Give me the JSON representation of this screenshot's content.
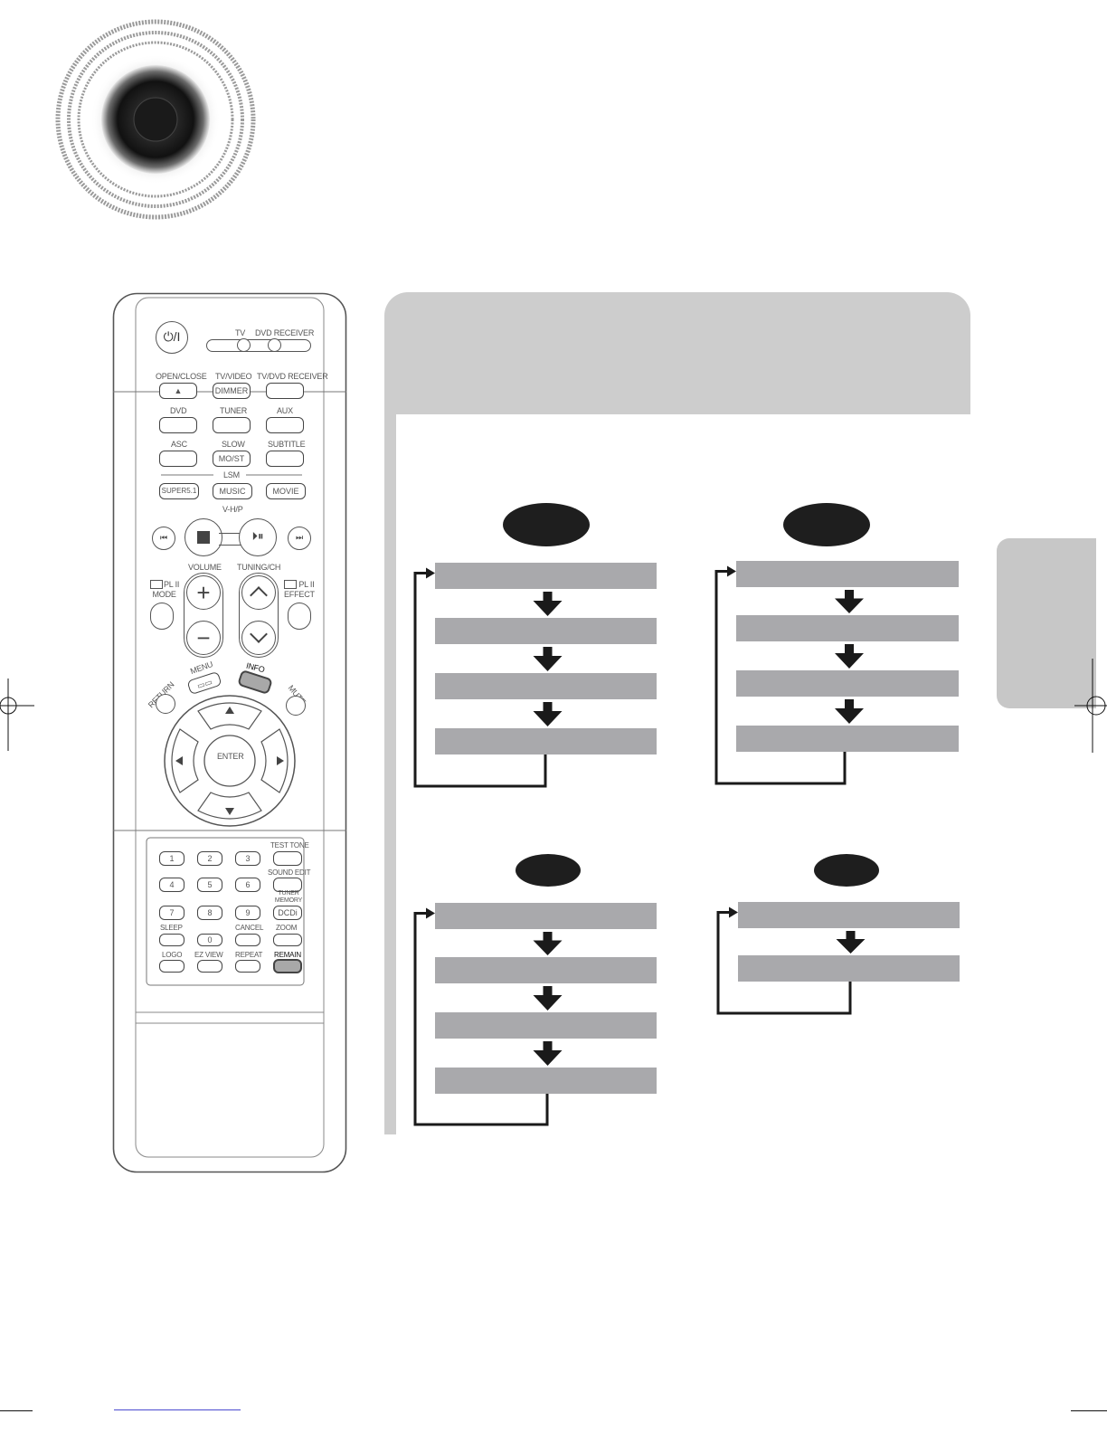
{
  "remote": {
    "power_label": "⏻/I",
    "mode_labels": {
      "tv": "TV",
      "dvd_receiver": "DVD RECEIVER"
    },
    "row1": [
      "OPEN/CLOSE",
      "TV/VIDEO",
      "TV/DVD RECEIVER"
    ],
    "row1_buttons": [
      "▲",
      "DIMMER",
      ""
    ],
    "row2": [
      "DVD",
      "TUNER",
      "AUX"
    ],
    "row3": [
      "ASC",
      "SLOW",
      "SUBTITLE"
    ],
    "row3_buttons": [
      "",
      "MO/ST",
      ""
    ],
    "lsm_label": "LSM",
    "lsm_buttons": [
      "SUPER5.1",
      "MUSIC",
      "MOVIE"
    ],
    "vhp_label": "V-H/P",
    "volume_label": "VOLUME",
    "tuning_label": "TUNING/CH",
    "pl2_mode": "PL II\nMODE",
    "pl2_effect": "PL II\nEFFECT",
    "menu_label": "MENU",
    "info_label": "INFO",
    "return_label": "RETURN",
    "mute_label": "MUTE",
    "enter_label": "ENTER",
    "keypad": {
      "digits": [
        "1",
        "2",
        "3",
        "4",
        "5",
        "6",
        "7",
        "8",
        "9",
        "0"
      ],
      "test_tone": "TEST TONE",
      "sound_edit": "SOUND EDIT",
      "tuner_memory": "TUNER MEMORY",
      "dcdi": "DCDi",
      "sleep": "SLEEP",
      "cancel": "CANCEL",
      "zoom": "ZOOM",
      "logo": "LOGO",
      "ez_view": "EZ VIEW",
      "repeat": "REPEAT",
      "remain": "REMAIN"
    }
  }
}
